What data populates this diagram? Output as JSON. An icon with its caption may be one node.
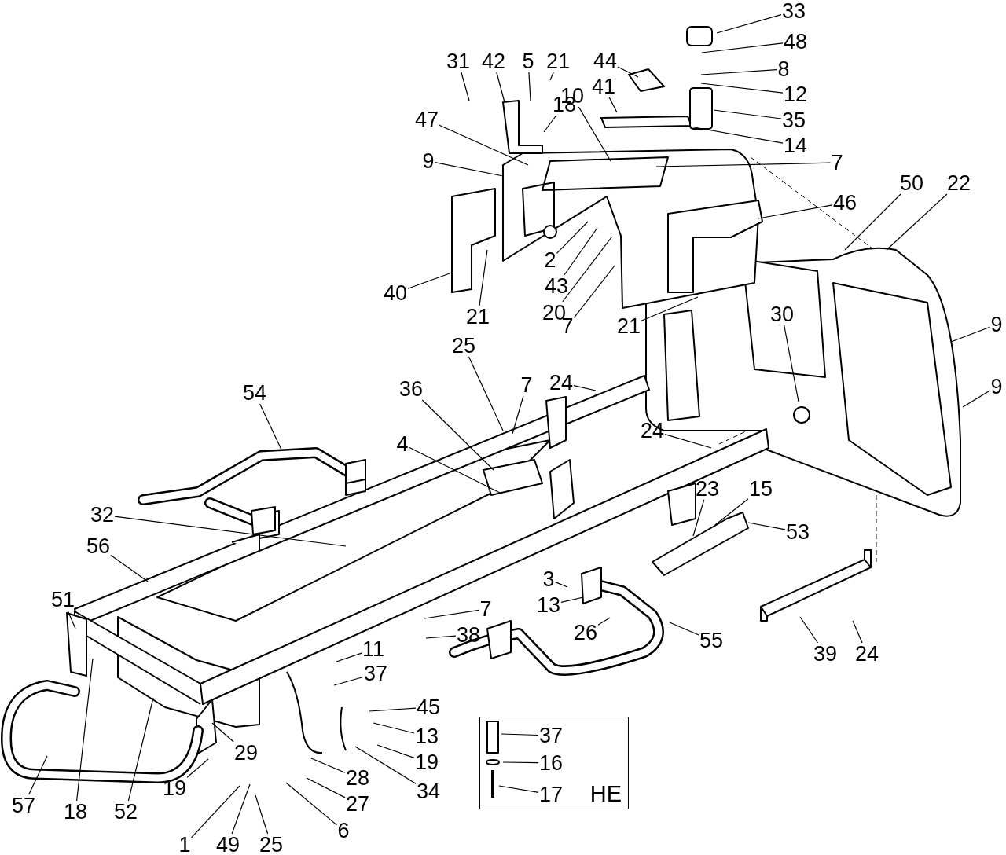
{
  "diagram": {
    "nodes": [
      {
        "text": [
          "33"
        ]
      },
      {
        "text": [
          "48"
        ]
      },
      {
        "text": [
          "8"
        ]
      },
      {
        "text": [
          "12"
        ]
      },
      {
        "text": [
          "35"
        ]
      },
      {
        "text": [
          "14"
        ]
      },
      {
        "text": [
          "44"
        ]
      },
      {
        "text": [
          "41"
        ]
      },
      {
        "text": [
          "10"
        ]
      },
      {
        "text": [
          "31"
        ]
      },
      {
        "text": [
          "42"
        ]
      },
      {
        "text": [
          "5"
        ]
      },
      {
        "text": [
          "21"
        ]
      },
      {
        "text": [
          "18"
        ]
      },
      {
        "text": [
          "47"
        ]
      },
      {
        "text": [
          "9"
        ]
      },
      {
        "text": [
          "7"
        ]
      },
      {
        "text": [
          "46"
        ]
      },
      {
        "text": [
          "50"
        ]
      },
      {
        "text": [
          "22"
        ]
      },
      {
        "text": [
          "40"
        ]
      },
      {
        "text": [
          "21"
        ]
      },
      {
        "text": [
          "2"
        ]
      },
      {
        "text": [
          "43"
        ]
      },
      {
        "text": [
          "20"
        ]
      },
      {
        "text": [
          "7"
        ]
      },
      {
        "text": [
          "21"
        ]
      },
      {
        "text": [
          "30"
        ]
      },
      {
        "text": [
          "9"
        ]
      },
      {
        "text": [
          "9"
        ]
      },
      {
        "text": [
          "25"
        ]
      },
      {
        "text": [
          "7"
        ]
      },
      {
        "text": [
          "24"
        ]
      },
      {
        "text": [
          "36"
        ]
      },
      {
        "text": [
          "4"
        ]
      },
      {
        "text": [
          "24"
        ]
      },
      {
        "text": [
          "54"
        ]
      },
      {
        "text": [
          "32"
        ]
      },
      {
        "text": [
          "56"
        ]
      },
      {
        "text": [
          "23"
        ]
      },
      {
        "text": [
          "15"
        ]
      },
      {
        "text": [
          "53"
        ]
      },
      {
        "text": [
          "51"
        ]
      },
      {
        "text": [
          "3"
        ]
      },
      {
        "text": [
          "13"
        ]
      },
      {
        "text": [
          "26"
        ]
      },
      {
        "text": [
          "55"
        ]
      },
      {
        "text": [
          "7"
        ]
      },
      {
        "text": [
          "38"
        ]
      },
      {
        "text": [
          "39"
        ]
      },
      {
        "text": [
          "24"
        ]
      },
      {
        "text": [
          "11"
        ]
      },
      {
        "text": [
          "37"
        ]
      },
      {
        "text": [
          "45"
        ]
      },
      {
        "text": [
          "13"
        ]
      },
      {
        "text": [
          "19"
        ]
      },
      {
        "text": [
          "29"
        ]
      },
      {
        "text": [
          "28"
        ]
      },
      {
        "text": [
          "34"
        ]
      },
      {
        "text": [
          "27"
        ]
      },
      {
        "text": [
          "6"
        ]
      },
      {
        "text": [
          "57"
        ]
      },
      {
        "text": [
          "18"
        ]
      },
      {
        "text": [
          "52"
        ]
      },
      {
        "text": [
          "19"
        ]
      },
      {
        "text": [
          "1"
        ]
      },
      {
        "text": [
          "49"
        ]
      },
      {
        "text": [
          "25"
        ]
      },
      {
        "text": [
          "HE"
        ]
      },
      {
        "text": [
          "37"
        ],
        "in": 68
      },
      {
        "text": [
          "16"
        ],
        "in": 68
      },
      {
        "text": [
          "17"
        ],
        "in": 68
      }
    ],
    "edges": [
      {
        "from": 0,
        "to": null,
        "arrow": "none"
      },
      {
        "from": 1,
        "to": null,
        "arrow": "none"
      },
      {
        "from": 2,
        "to": null,
        "arrow": "none"
      },
      {
        "from": 3,
        "to": null,
        "arrow": "none"
      },
      {
        "from": 4,
        "to": null,
        "arrow": "none"
      },
      {
        "from": 5,
        "to": null,
        "arrow": "none"
      },
      {
        "from": 6,
        "to": null,
        "arrow": "none"
      },
      {
        "from": 7,
        "to": null,
        "arrow": "none"
      },
      {
        "from": 8,
        "to": null,
        "arrow": "none"
      },
      {
        "from": 9,
        "to": null,
        "arrow": "none"
      },
      {
        "from": 10,
        "to": null,
        "arrow": "none"
      },
      {
        "from": 11,
        "to": null,
        "arrow": "none"
      },
      {
        "from": 12,
        "to": null,
        "arrow": "none"
      },
      {
        "from": 13,
        "to": null,
        "arrow": "none"
      },
      {
        "from": 14,
        "to": null,
        "arrow": "none"
      },
      {
        "from": 15,
        "to": null,
        "arrow": "none"
      },
      {
        "from": 16,
        "to": null,
        "arrow": "none"
      },
      {
        "from": 17,
        "to": null,
        "arrow": "none"
      },
      {
        "from": 18,
        "to": null,
        "arrow": "none"
      },
      {
        "from": 19,
        "to": null,
        "arrow": "none"
      },
      {
        "from": 20,
        "to": null,
        "arrow": "none"
      },
      {
        "from": 21,
        "to": null,
        "arrow": "none"
      },
      {
        "from": 22,
        "to": null,
        "arrow": "none"
      },
      {
        "from": 23,
        "to": null,
        "arrow": "none"
      },
      {
        "from": 24,
        "to": null,
        "arrow": "none"
      },
      {
        "from": 25,
        "to": null,
        "arrow": "none"
      },
      {
        "from": 26,
        "to": null,
        "arrow": "none"
      },
      {
        "from": 27,
        "to": null,
        "arrow": "none"
      },
      {
        "from": 28,
        "to": null,
        "arrow": "none"
      },
      {
        "from": 29,
        "to": null,
        "arrow": "none"
      },
      {
        "from": 30,
        "to": null,
        "arrow": "none"
      },
      {
        "from": 31,
        "to": null,
        "arrow": "none"
      },
      {
        "from": 32,
        "to": null,
        "arrow": "none"
      },
      {
        "from": 33,
        "to": null,
        "arrow": "none"
      },
      {
        "from": 34,
        "to": null,
        "arrow": "none"
      },
      {
        "from": 35,
        "to": null,
        "arrow": "none"
      },
      {
        "from": 36,
        "to": null,
        "arrow": "none"
      },
      {
        "from": 37,
        "to": null,
        "arrow": "none"
      },
      {
        "from": 38,
        "to": null,
        "arrow": "none"
      },
      {
        "from": 39,
        "to": null,
        "arrow": "none"
      },
      {
        "from": 40,
        "to": null,
        "arrow": "none"
      },
      {
        "from": 41,
        "to": null,
        "arrow": "none"
      },
      {
        "from": 42,
        "to": null,
        "arrow": "none"
      },
      {
        "from": 43,
        "to": null,
        "arrow": "none"
      },
      {
        "from": 44,
        "to": null,
        "arrow": "none"
      },
      {
        "from": 45,
        "to": null,
        "arrow": "none"
      },
      {
        "from": 46,
        "to": null,
        "arrow": "none"
      },
      {
        "from": 47,
        "to": null,
        "arrow": "none"
      },
      {
        "from": 48,
        "to": null,
        "arrow": "none"
      },
      {
        "from": 49,
        "to": null,
        "arrow": "none"
      },
      {
        "from": 50,
        "to": null,
        "arrow": "none"
      },
      {
        "from": 51,
        "to": null,
        "arrow": "none"
      },
      {
        "from": 52,
        "to": null,
        "arrow": "none"
      },
      {
        "from": 53,
        "to": null,
        "arrow": "none"
      },
      {
        "from": 54,
        "to": null,
        "arrow": "none"
      },
      {
        "from": 55,
        "to": null,
        "arrow": "none"
      },
      {
        "from": 56,
        "to": null,
        "arrow": "none"
      },
      {
        "from": 57,
        "to": null,
        "arrow": "none"
      },
      {
        "from": 58,
        "to": null,
        "arrow": "none"
      },
      {
        "from": 59,
        "to": null,
        "arrow": "none"
      },
      {
        "from": 60,
        "to": null,
        "arrow": "none"
      },
      {
        "from": 61,
        "to": null,
        "arrow": "none"
      },
      {
        "from": 62,
        "to": null,
        "arrow": "none"
      },
      {
        "from": 63,
        "to": null,
        "arrow": "none"
      },
      {
        "from": 64,
        "to": null,
        "arrow": "none"
      },
      {
        "from": 65,
        "to": null,
        "arrow": "none"
      },
      {
        "from": 66,
        "to": null,
        "arrow": "none"
      },
      {
        "from": 67,
        "to": null,
        "arrow": "none"
      },
      {
        "from": 69,
        "to": null,
        "arrow": "none"
      },
      {
        "from": 70,
        "to": null,
        "arrow": "none"
      },
      {
        "from": 71,
        "to": null,
        "arrow": "none"
      }
    ]
  }
}
